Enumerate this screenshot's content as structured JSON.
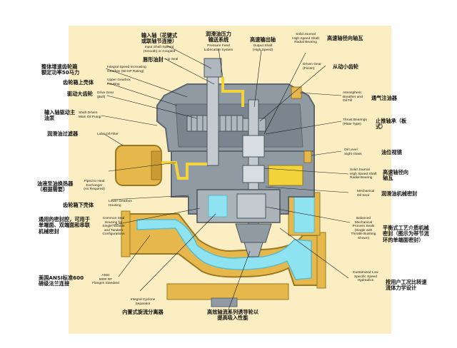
{
  "colors": {
    "background": "#fbeec2",
    "housing": "#8f9aa3",
    "housing_dark": "#5d6770",
    "inner": "#7a8590",
    "casing": "#e6b84b",
    "casing_dark": "#9a7720",
    "volute": "#8fe3f0",
    "volute_edge": "#58bccc",
    "oil": "#f2d33a",
    "leader": "#1a1a1a"
  },
  "labels": {
    "input_shaft": {
      "zh": "输入轴（花键式\n或联轴节连接）",
      "en": "Input Shaft Splined\n(Smooth) or Coupled"
    },
    "lip_seal": {
      "zh": "唇形油封",
      "en": "Lip Seal"
    },
    "pressure_feed": {
      "zh": "润滑油压力\n输送系统",
      "en": "Pressure Feed\nLubrication System"
    },
    "output_shaft": {
      "zh": "高速输出轴",
      "en": "Output Shaft\n(High Speed)"
    },
    "hs_radial_bearing_top": {
      "zh": "高速轴径向轴瓦",
      "en": "Solid Journal\nHigh Speed Shaft\nRadial Bearing"
    },
    "integral_gearbox": {
      "zh": "整体增速齿轮箱\n额定功率50马力",
      "en": "Integral Speed Increasing\nGearbox (50 HP Rating)"
    },
    "upper_housing": {
      "zh": "齿轮箱上壳体",
      "en": "Upper Gearbox\nHousing"
    },
    "driven_gear": {
      "zh": "从动小齿轮",
      "en": "Driven Gear\n(Pinion)"
    },
    "drive_gear": {
      "zh": "驱动大齿轮",
      "en": "Drive Gear\n(Bull)"
    },
    "breather": {
      "zh": "通气注油器",
      "en": "Atmospheric\nBreather and\nOil Fill"
    },
    "main_oil_pump": {
      "zh": "输入轴驱动主\n油泵",
      "en": "Shaft Driven\nMain Oil Pump"
    },
    "thrust_bearings": {
      "zh": "止推轴承（板\n式）",
      "en": "Thrust Bearings\n(Plate Type)"
    },
    "lube_filter": {
      "zh": "润滑油过滤器",
      "en": "Lube Oil Filter"
    },
    "sight_glass": {
      "zh": "油位视镜",
      "en": "Oil Level\nSight Glass"
    },
    "heat_exchanger": {
      "zh": "油液至油换热器\n（根据需要）",
      "en": "Piped to Heat\nExchanger\n(As Required)"
    },
    "lower_housing": {
      "zh": "齿轮箱下壳体",
      "en": "Lower Gearbox\nHousing"
    },
    "hs_radial_bearing_low": {
      "zh": "高速轴径向\n轴瓦",
      "en": "Solid Journal\nHigh Speed Shaft\nRadial Bearing"
    },
    "mech_oil_seal": {
      "zh": "润滑油机械密封",
      "en": "Mechanical\nOil Seal"
    },
    "common_seal": {
      "zh": "通用的密封腔，可用于\n单端面、双端面和串联\n机械密封",
      "en": "Common Seal\nHousing for\nSingle, Double\nand Tandem\nConfigurations"
    },
    "balanced_seal": {
      "zh": "平衡式工艺介质机械\n密封（图示为带节流\n环的单端面密封）",
      "en": "Balanced\nMechanical\nProcess Seals\n(Single with\nThrottle Bushing\nShown)"
    },
    "ansi_flange": {
      "zh": "美国ANSI标准600\n磅级法兰连接",
      "en": "ANSI\n600# RF\nFlanges Standard"
    },
    "cyclone": {
      "zh": "内置式旋流分离器",
      "en": "Integral Cyclone\nSeparator"
    },
    "inducer": {
      "zh": "高效轴流系列诱导轮以\n提高吸入性能",
      "en": ""
    },
    "hydraulics": {
      "zh": "按用户工况比转速\n流体力学设计",
      "en": "Customized Low\nSpecific Speed\nHydraulics"
    }
  }
}
